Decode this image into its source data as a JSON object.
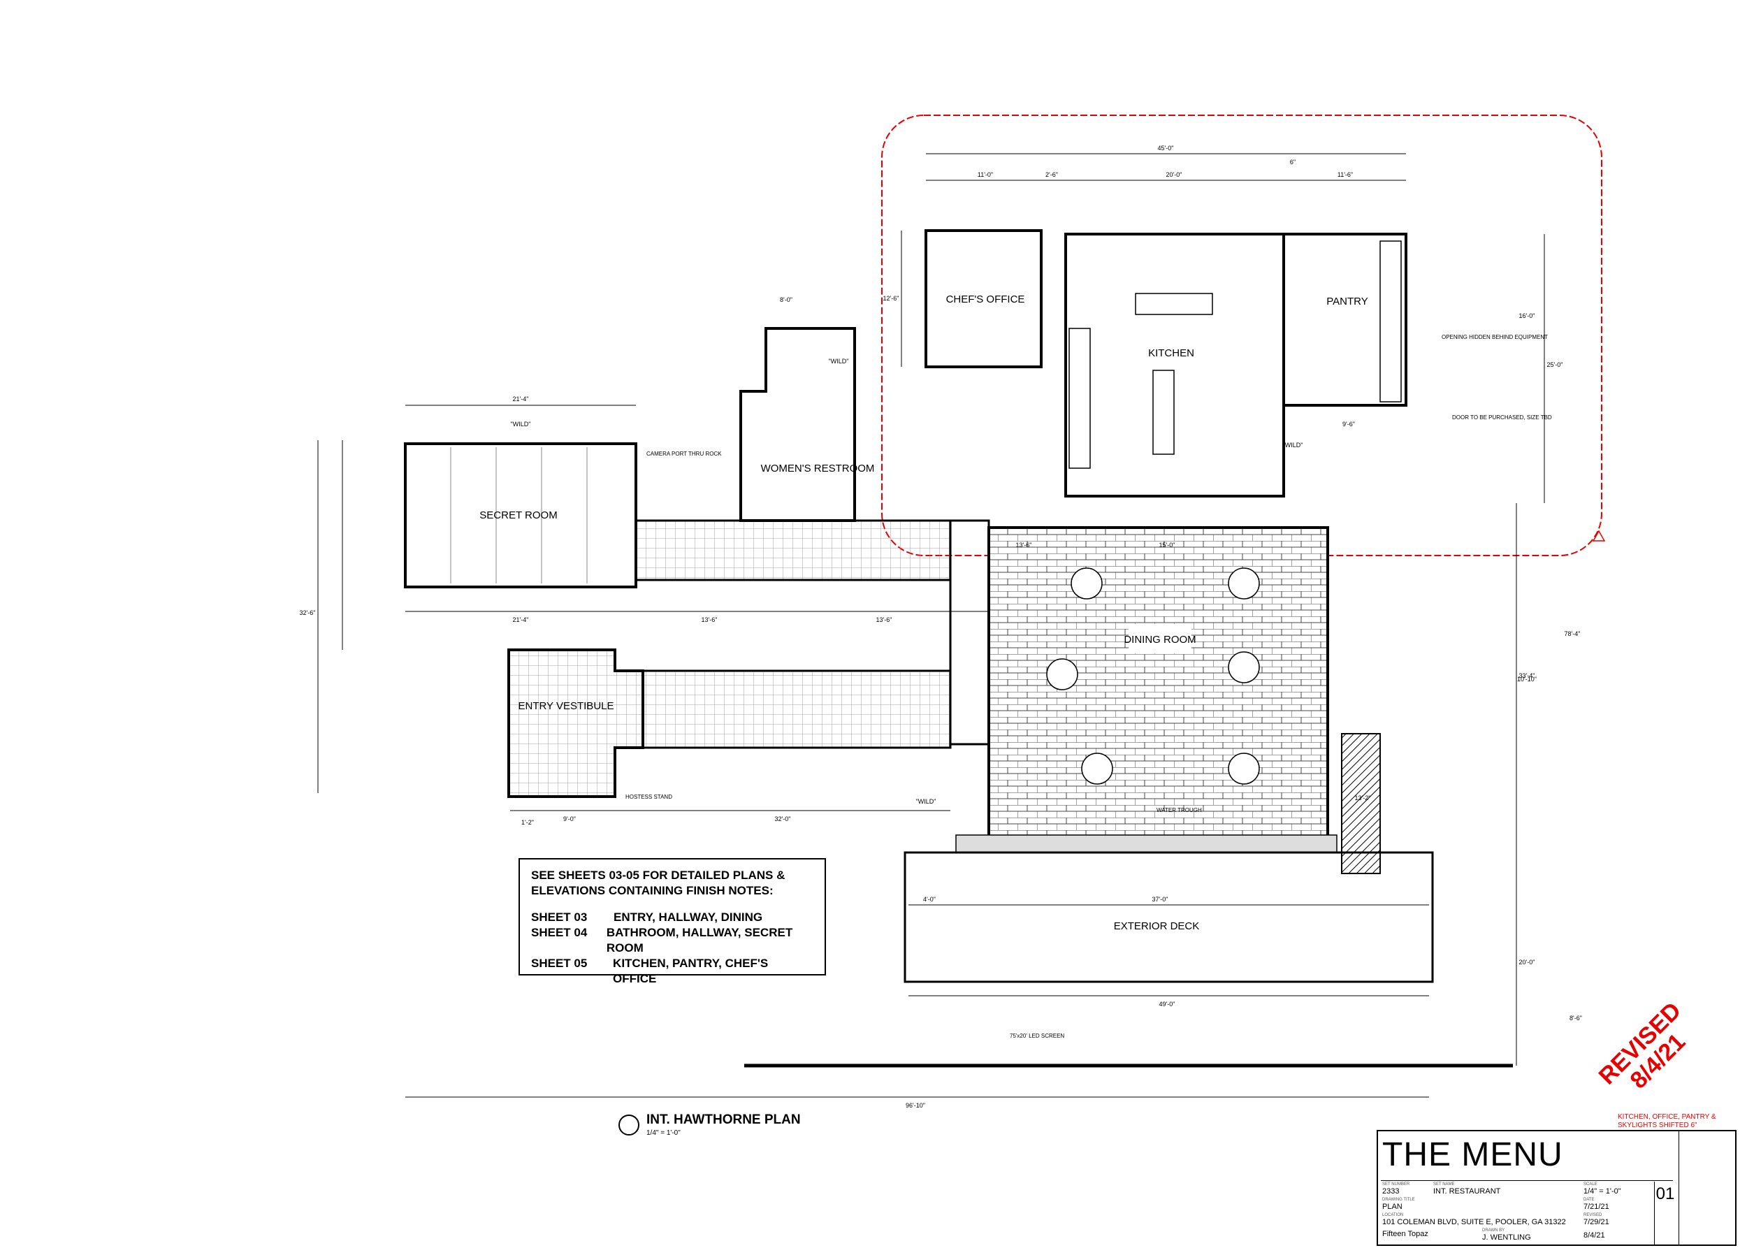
{
  "rooms": {
    "chefs_office": "CHEF'S OFFICE",
    "kitchen": "KITCHEN",
    "pantry": "PANTRY",
    "womens_restroom": "WOMEN'S RESTROOM",
    "secret_room": "SECRET ROOM",
    "dining_room": "DINING ROOM",
    "entry_vestibule": "ENTRY VESTIBULE",
    "exterior_deck": "EXTERIOR DECK"
  },
  "labels": {
    "wild": "\"WILD\"",
    "camera_port": "CAMERA PORT THRU ROCK",
    "hostess_stand": "HOSTESS STAND",
    "water_trough": "WATER TROUGH",
    "led_screen": "75'x20' LED SCREEN",
    "opening_hidden": "OPENING HIDDEN BEHIND EQUIPMENT",
    "door_purchased": "DOOR TO BE PURCHASED, SIZE TBD"
  },
  "dimensions": {
    "d45": "45'-0\"",
    "d11": "11'-0\"",
    "d2_6": "2'-6\"",
    "d20": "20'-0\"",
    "d11_6": "11'-6\"",
    "d6": "6\"",
    "d8": "8'-0\"",
    "d21_4": "21'-4\"",
    "d13_6": "13'-6\"",
    "d15": "15'-0\"",
    "d37": "37'-0\"",
    "d49": "49'-0\"",
    "d96_10": "96'-10\"",
    "d9": "9'-0\"",
    "d32": "32'-0\"",
    "d4": "4'-0\"",
    "d16": "16'-0\"",
    "d25": "25'-0\"",
    "d78_4": "78'-4\"",
    "d33_4": "33'-4\"",
    "d32_6": "32'-6\"",
    "d12_6": "12'-6\"",
    "d10_10": "10'-10\"",
    "d20b": "20'-0\"",
    "d9_6": "9'-6\"",
    "d1_2": "1'-2\"",
    "d13_2": "13'-2\"",
    "d8_6": "8'-6\""
  },
  "notes": {
    "heading": "SEE SHEETS 03-05 FOR DETAILED PLANS & ELEVATIONS CONTAINING FINISH NOTES:",
    "rows": [
      {
        "sheet": "SHEET 03",
        "desc": "ENTRY, HALLWAY, DINING"
      },
      {
        "sheet": "SHEET 04",
        "desc": "BATHROOM, HALLWAY, SECRET ROOM"
      },
      {
        "sheet": "SHEET 05",
        "desc": "KITCHEN, PANTRY, CHEF'S OFFICE"
      }
    ]
  },
  "plan_title": {
    "name": "INT. HAWTHORNE PLAN",
    "scale": "1/4\" = 1'-0\""
  },
  "revision": {
    "stamp_line1": "REVISED",
    "stamp_line2": "8/4/21",
    "note": "KITCHEN, OFFICE, PANTRY & SKYLIGHTS SHIFTED 6\"",
    "color": "#e60000"
  },
  "titleblock": {
    "title": "THE MENU",
    "number_label": "SET NUMBER",
    "number": "2333",
    "set_label": "SET NAME",
    "set": "INT. RESTAURANT",
    "scale_label": "SCALE",
    "scale": "1/4\" = 1'-0\"",
    "drawing_label": "DRAWING TITLE",
    "drawing": "PLAN",
    "date_label": "DATE",
    "date": "7/21/21",
    "address_label": "LOCATION",
    "address": "101 COLEMAN BLVD, SUITE E, POOLER, GA 31322",
    "revised_label": "REVISED",
    "revised": "7/29/21",
    "drawn_label": "DRAWN BY",
    "drawn": "J. WENTLING",
    "revised2": "8/4/21",
    "sheet": "01",
    "company": "Fifteen Topaz"
  }
}
